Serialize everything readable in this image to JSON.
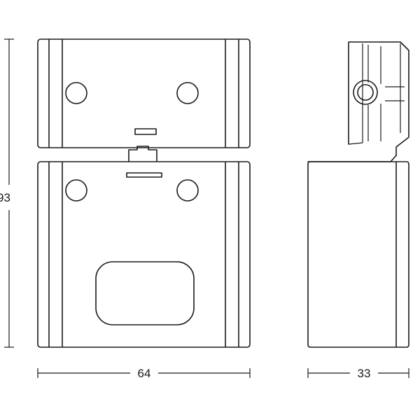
{
  "dimensions": {
    "height_label": "93",
    "width_label": "64",
    "depth_label": "33"
  }
}
